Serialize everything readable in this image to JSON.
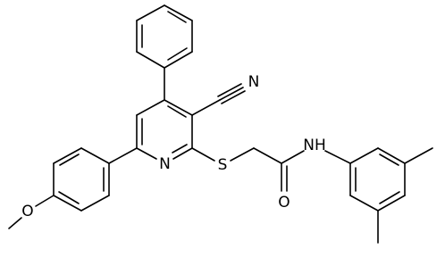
{
  "molecule": {
    "atom_labels": {
      "pyridine_n": "N",
      "sulfur": "S",
      "nitrile_n": "N",
      "carbonyl_o": "O",
      "amide_nh": "NH",
      "methoxy_o": "O"
    }
  },
  "colors": {
    "bond": "#000000",
    "text": "#000000",
    "background": "#ffffff"
  }
}
